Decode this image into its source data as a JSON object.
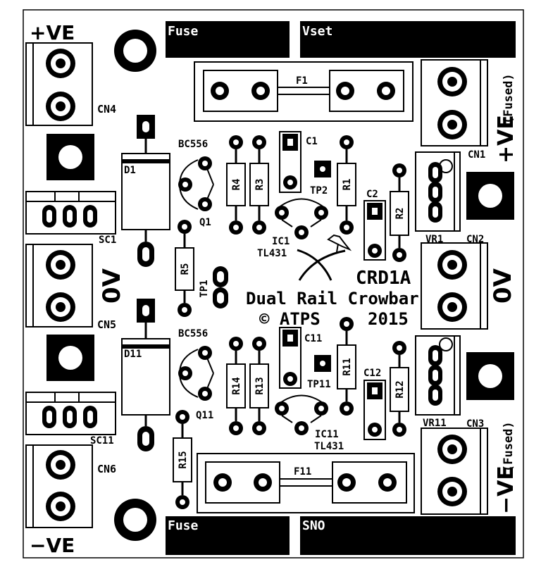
{
  "board": {
    "title": "CRD1A",
    "subtitle": "Dual Rail Crowbar",
    "copyright": "© ATPS",
    "year": "2015"
  },
  "bars": {
    "fuse_top": "Fuse",
    "vset": "Vset",
    "fuse_bottom": "Fuse",
    "sno": "SNO"
  },
  "power_labels": {
    "pos": "+VE",
    "neg": "−VE",
    "zero_left": "0V",
    "zero_right": "0V",
    "pos_fused_main": "+VE",
    "pos_fused_tag": "(Fused)",
    "neg_fused_main": "−VE",
    "neg_fused_tag": "(Fused)"
  },
  "refs": {
    "cn4": "CN4",
    "cn5": "CN5",
    "cn6": "CN6",
    "cn1": "CN1",
    "cn2": "CN2",
    "cn3": "CN3",
    "sc1": "SC1",
    "sc11": "SC11",
    "d1": "D1",
    "d11": "D11",
    "f1": "F1",
    "f11": "F11",
    "bc556_a": "BC556",
    "bc556_b": "BC556",
    "q1": "Q1",
    "q11": "Q11",
    "r1": "R1",
    "r2": "R2",
    "r3": "R3",
    "r4": "R4",
    "r5": "R5",
    "r11": "R11",
    "r12": "R12",
    "r13": "R13",
    "r14": "R14",
    "r15": "R15",
    "c1": "C1",
    "c2": "C2",
    "c11": "C11",
    "c12": "C12",
    "tp1": "TP1",
    "tp2": "TP2",
    "tp11": "TP11",
    "ic1": "IC1",
    "ic11": "IC11",
    "tl431_a": "TL431",
    "tl431_b": "TL431",
    "vr1": "VR1",
    "vr11": "VR11"
  }
}
